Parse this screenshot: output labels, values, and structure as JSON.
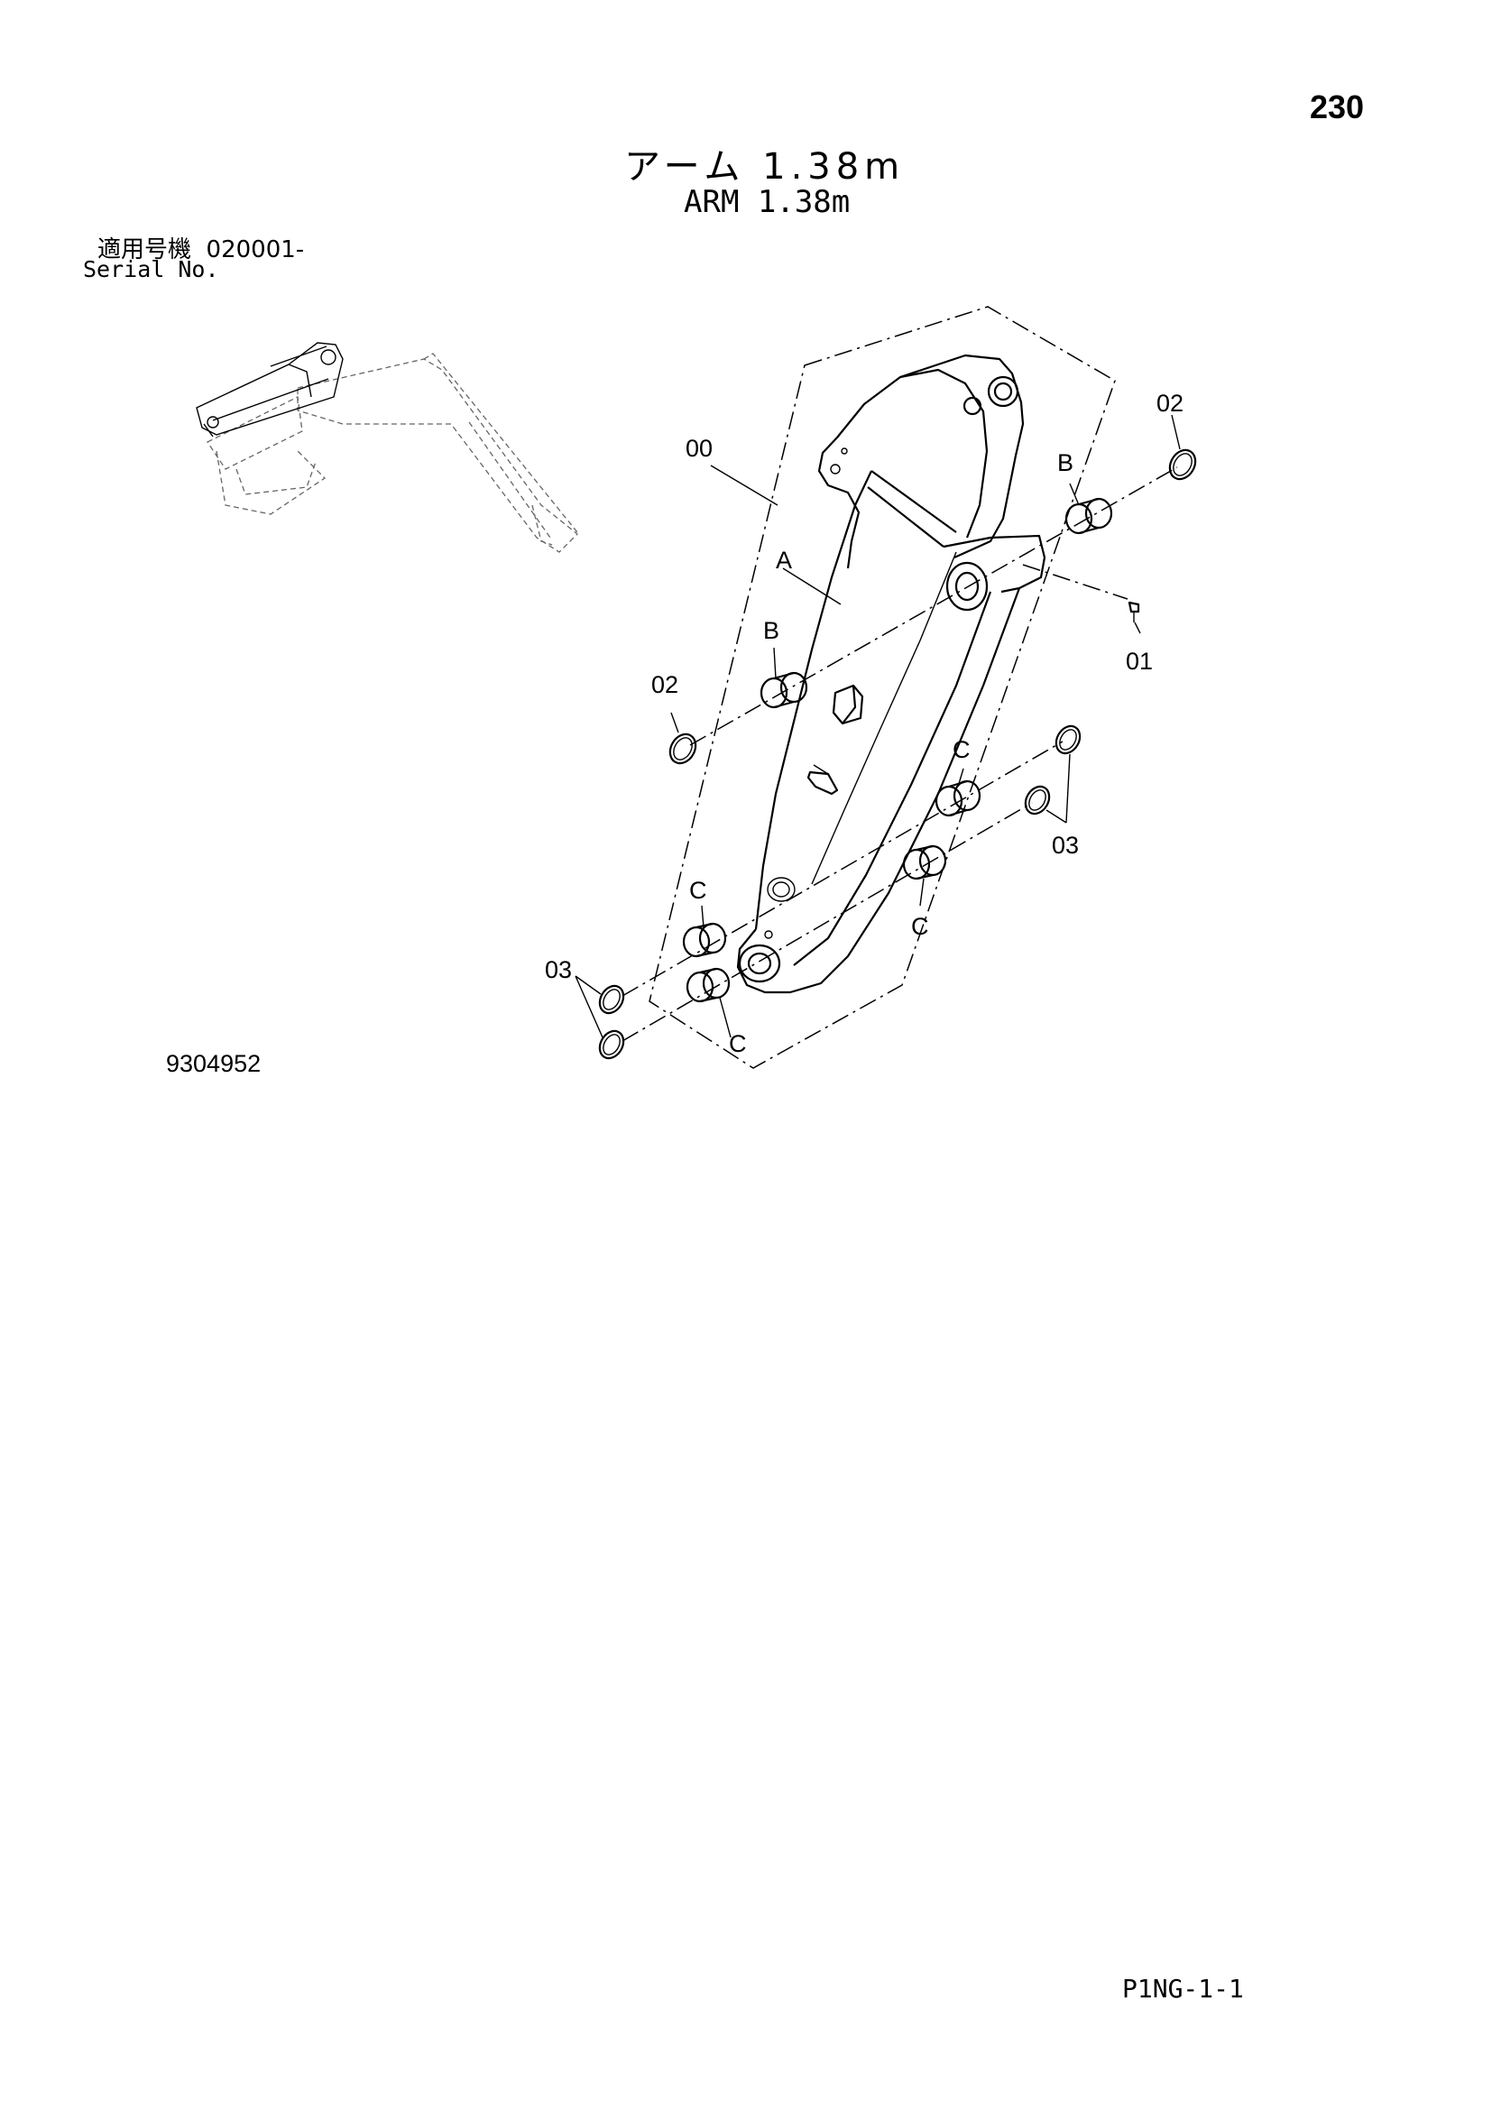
{
  "header": {
    "page_number": "230",
    "title_jp": "アーム 1.38m",
    "title_en": "ARM 1.38m"
  },
  "serial": {
    "label_jp": "適用号機",
    "value": "020001-",
    "label_en": "Serial No."
  },
  "diagram": {
    "callouts": {
      "assembly": "00",
      "pin": "01",
      "ring_upper": "02",
      "ring_lower": "03",
      "part_a": "A",
      "bushing_b": "B",
      "bushing_c": "C"
    },
    "drawing_number": "9304952"
  },
  "footer": {
    "page_code": "P1NG-1-1"
  }
}
